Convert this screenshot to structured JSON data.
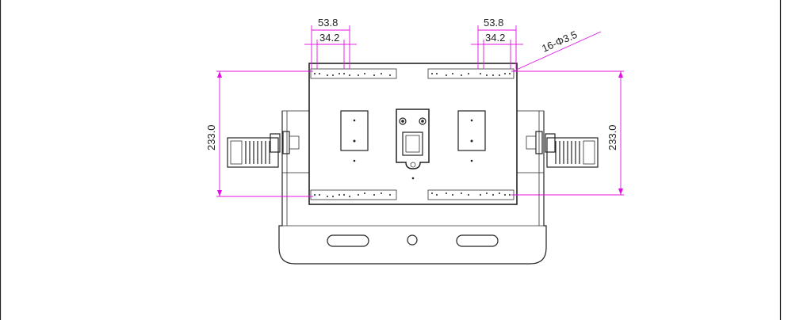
{
  "colors": {
    "dimension": "#e010e0",
    "outline": "#222222",
    "background": "#ffffff"
  },
  "dimensions": {
    "top_left_outer": "53.8",
    "top_left_inner": "34.2",
    "top_right_outer": "53.8",
    "top_right_inner": "34.2",
    "hole_callout": "16-Φ3.5",
    "left_height": "233.0",
    "right_height": "233.0"
  }
}
